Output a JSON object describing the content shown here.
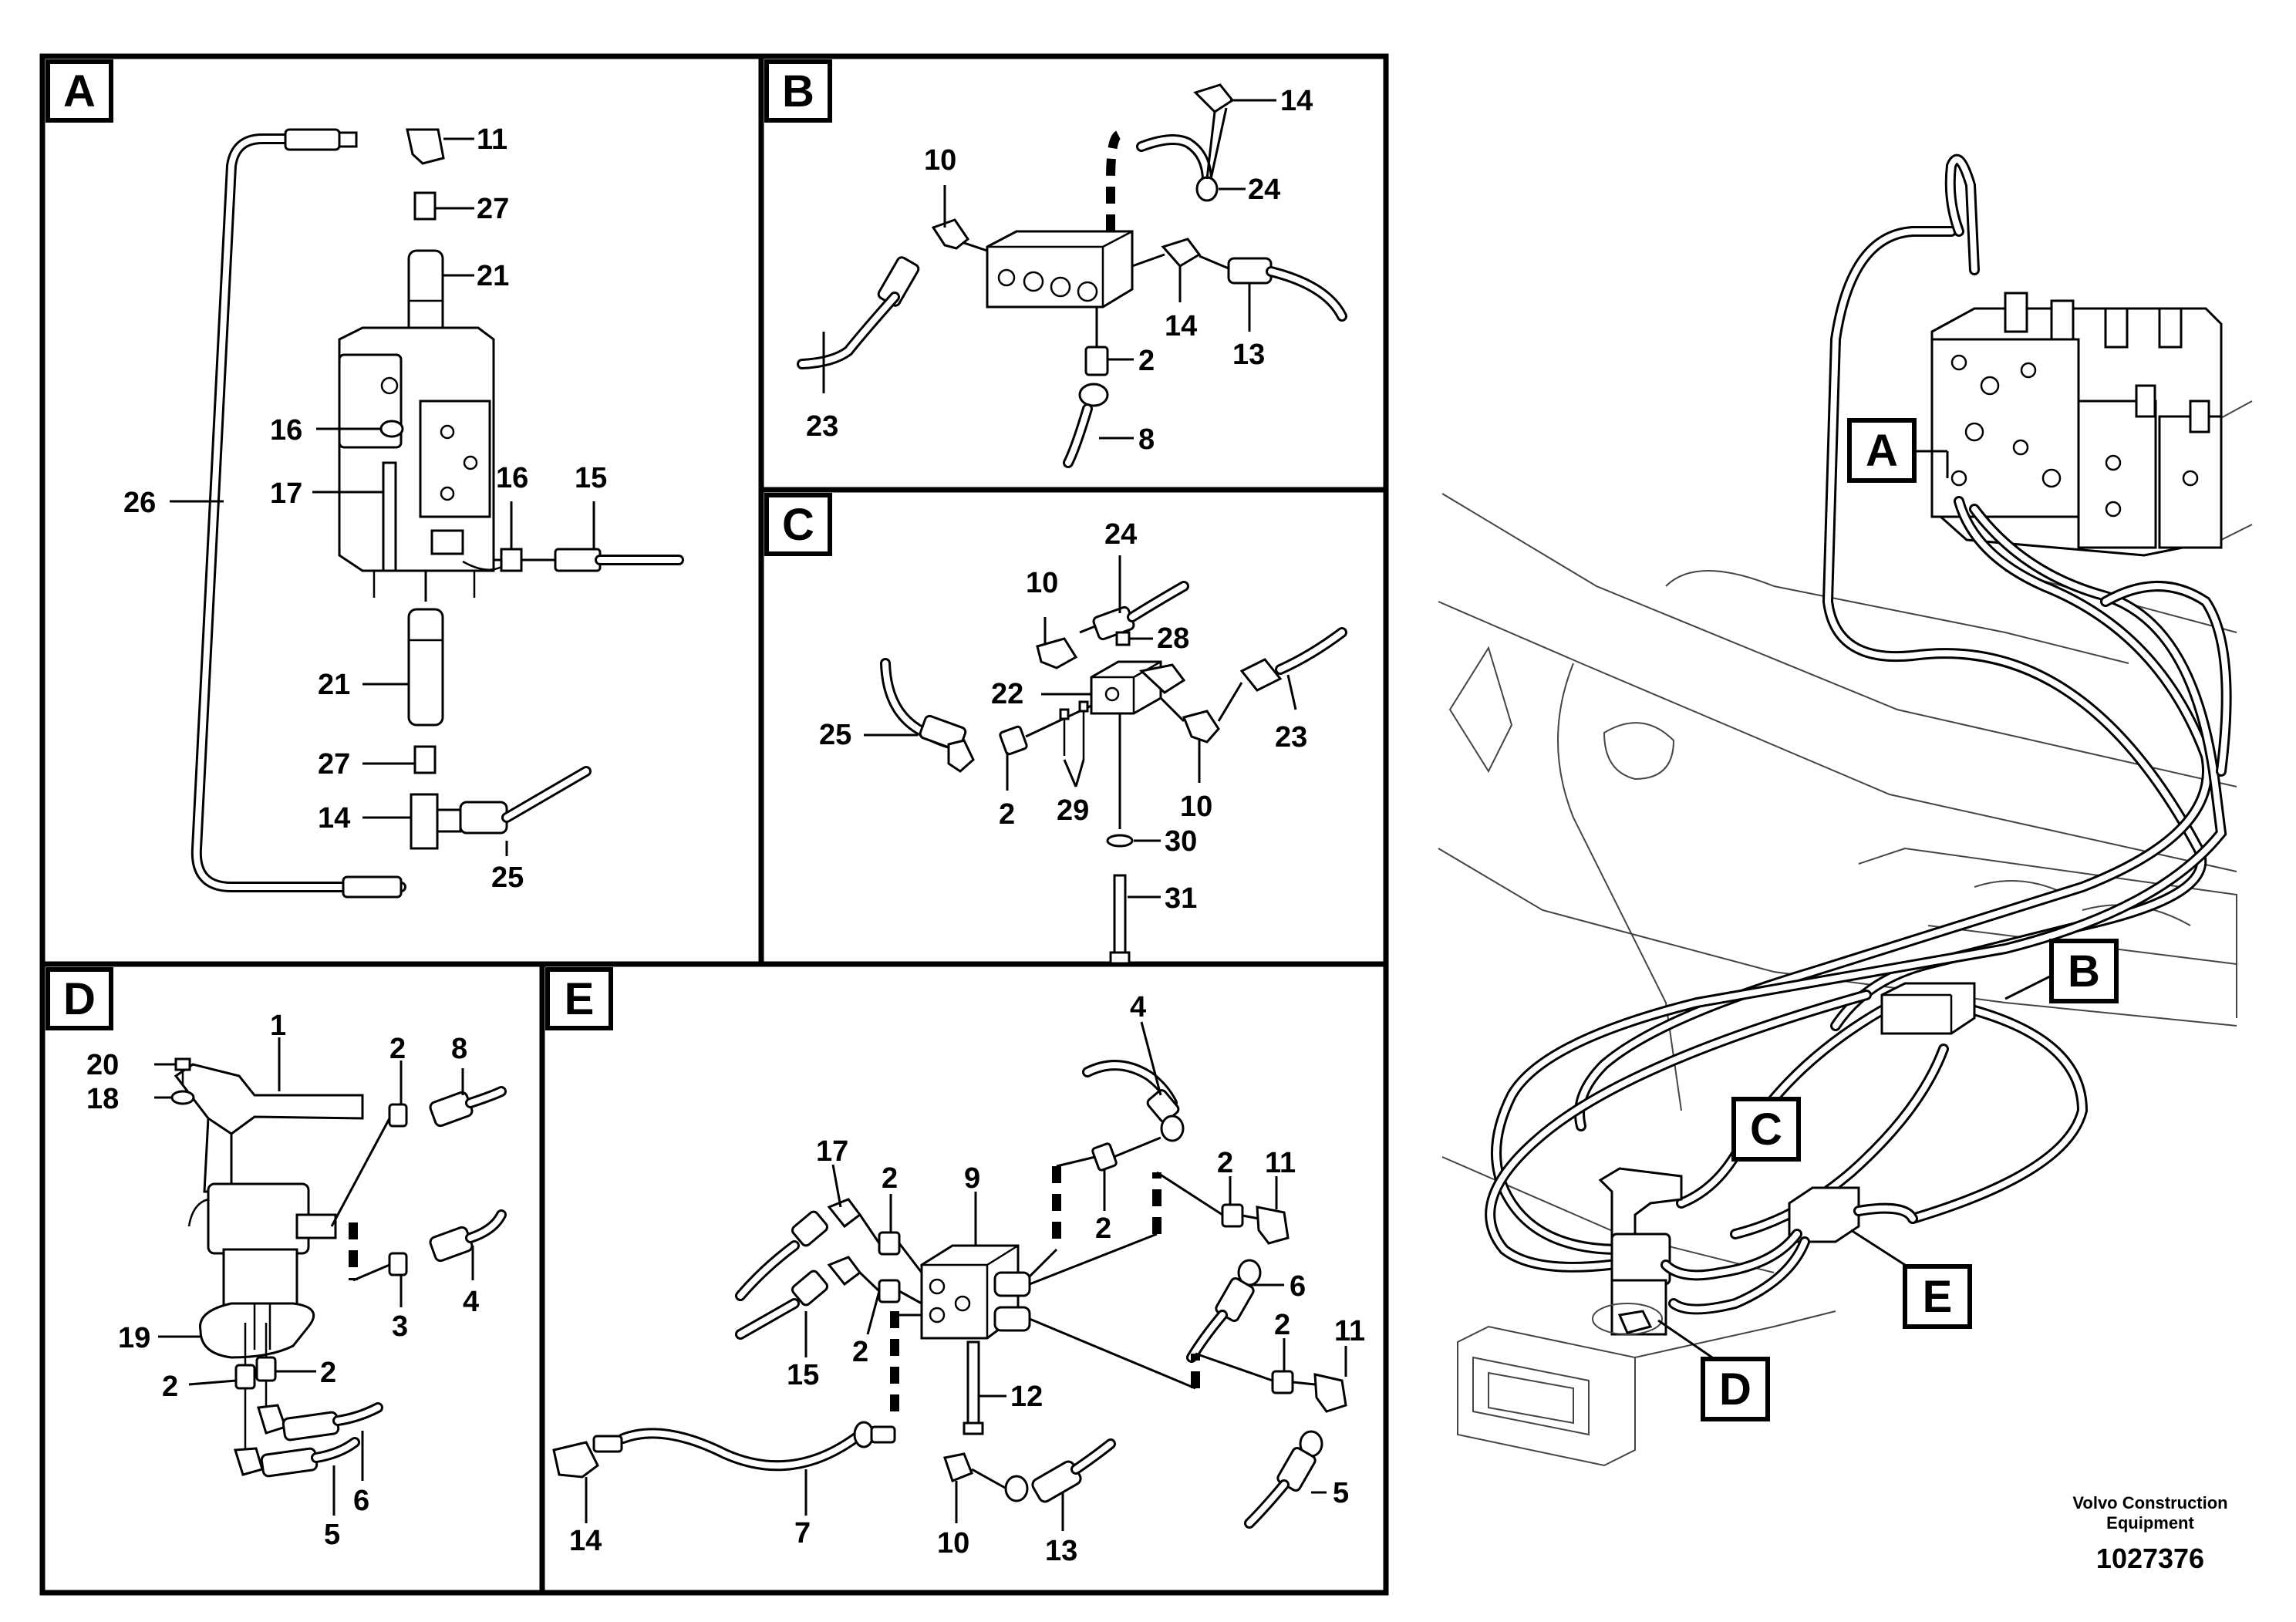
{
  "panels": {
    "A": {
      "label": "A",
      "parts": [
        "11",
        "27",
        "21",
        "16",
        "17",
        "26",
        "16",
        "15",
        "21",
        "27",
        "14",
        "25"
      ]
    },
    "B": {
      "label": "B",
      "parts": [
        "14",
        "10",
        "24",
        "14",
        "13",
        "2",
        "23",
        "8"
      ]
    },
    "C": {
      "label": "C",
      "parts": [
        "24",
        "10",
        "28",
        "22",
        "23",
        "25",
        "2",
        "29",
        "10",
        "30",
        "31"
      ]
    },
    "D": {
      "label": "D",
      "parts": [
        "1",
        "2",
        "8",
        "20",
        "18",
        "4",
        "3",
        "19",
        "2",
        "2",
        "6",
        "5"
      ]
    },
    "E": {
      "label": "E",
      "parts": [
        "4",
        "17",
        "2",
        "9",
        "2",
        "11",
        "2",
        "6",
        "15",
        "2",
        "2",
        "11",
        "12",
        "14",
        "7",
        "10",
        "13",
        "5"
      ]
    }
  },
  "overview": {
    "callouts": [
      "A",
      "B",
      "C",
      "D",
      "E"
    ]
  },
  "footer": {
    "company_line1": "Volvo Construction",
    "company_line2": "Equipment",
    "drawing_number": "1027376"
  }
}
